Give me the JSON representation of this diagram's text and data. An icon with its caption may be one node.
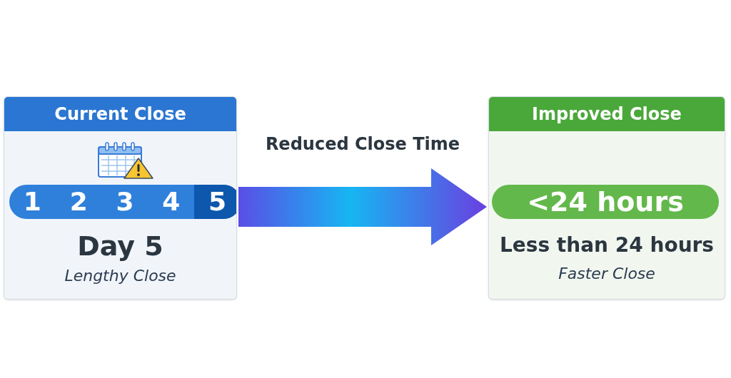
{
  "diagram": {
    "nodes": [
      {
        "text": [
          "Current Close",
          "Day 5",
          "Lengthy Close"
        ]
      },
      {
        "text": [
          "1",
          "2",
          "3",
          "4",
          "5"
        ],
        "in": 0
      },
      {
        "text": [
          "Improved Close",
          "Less than 24 hours",
          "Faster Close"
        ]
      },
      {
        "text": [
          "<24 hours"
        ],
        "in": 2
      }
    ],
    "edges": [
      {
        "from": 0,
        "to": 2,
        "arrow": "to",
        "label": "Reduced Close Time",
        "style": "thick"
      }
    ]
  }
}
